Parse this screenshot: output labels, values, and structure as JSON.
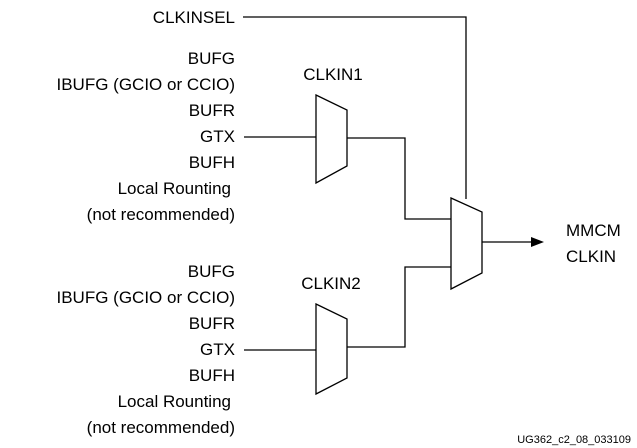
{
  "select_label": "CLKINSEL",
  "mux1": {
    "title": "CLKIN1",
    "sources": [
      "BUFG",
      "IBUFG (GCIO or CCIO)",
      "BUFR",
      "GTX",
      "BUFH",
      "Local Rounting",
      "(not recommended)"
    ]
  },
  "mux2": {
    "title": "CLKIN2",
    "sources": [
      "BUFG",
      "IBUFG (GCIO or CCIO)",
      "BUFR",
      "GTX",
      "BUFH",
      "Local Rounting",
      "(not recommended)"
    ]
  },
  "output": {
    "line1": "MMCM",
    "line2": "CLKIN"
  },
  "figure_id": "UG362_c2_08_033109",
  "colors": {
    "line": "#000000",
    "background": "#ffffff"
  }
}
